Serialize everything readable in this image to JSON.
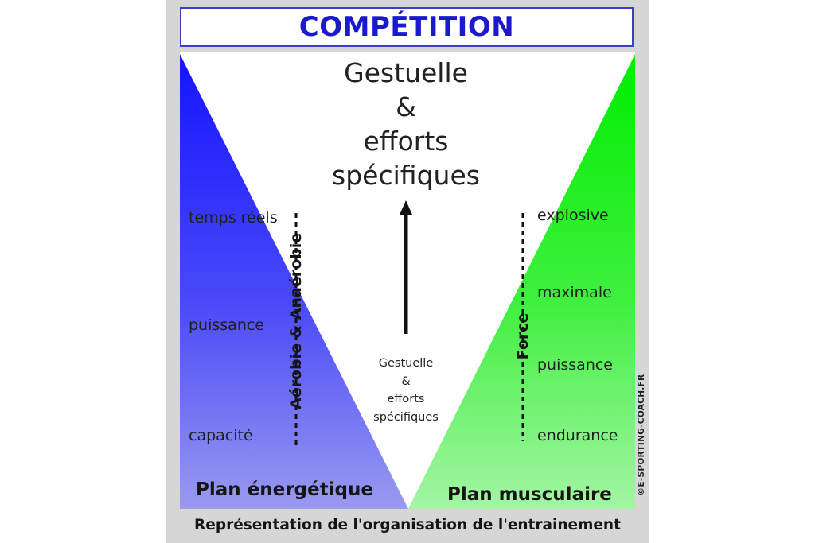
{
  "title": "COMPÉTITION",
  "center": {
    "main_lines": [
      "Gestuelle",
      "&",
      "efforts",
      "spécifiques"
    ],
    "small_lines": [
      "Gestuelle",
      "&",
      "efforts",
      "spécifiques"
    ]
  },
  "left": {
    "axis_label": "Aérobie & Anaérobie",
    "levels": [
      "temps réels",
      "puissance",
      "capacité"
    ],
    "plan_label": "Plan énergétique",
    "color": "#1a1aff"
  },
  "right": {
    "axis_label": "Force",
    "levels": [
      "explosive",
      "maximale",
      "puissance",
      "endurance"
    ],
    "plan_label": "Plan musculaire",
    "color": "#11ee11"
  },
  "caption": "Représentation de l'organisation de l'entrainement",
  "credit": "©E-SPORTING-COACH.FR",
  "colors": {
    "title_text": "#1a1acc",
    "title_border": "#3b3bcc",
    "panel_background": "#d6d6d6"
  }
}
